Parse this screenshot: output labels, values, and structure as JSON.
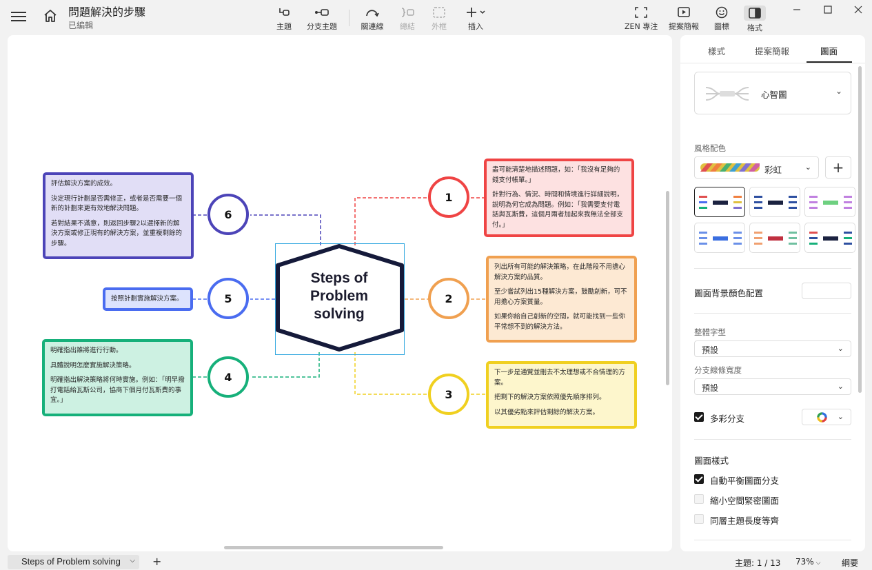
{
  "window": {
    "title": "問題解決的步驟",
    "status": "已編輯"
  },
  "toolbar": {
    "topic": "主題",
    "subtopic": "分支主題",
    "relationship": "關連線",
    "summary": "總結",
    "boundary": "外框",
    "insert": "插入",
    "zen": "ZEN 專注",
    "pitch": "提案簡報",
    "icon": "圖標",
    "format": "格式"
  },
  "mindmap": {
    "central": "Steps of Problem solving",
    "steps": [
      {
        "number": "1",
        "paragraphs": [
          "盡可能清楚地描述問題，如：「我沒有足夠的錢支付帳單。」",
          "針對行為、情況、時間和情境進行詳細說明，說明為何它成為問題。例如：「我需要支付電話與瓦斯費，這個月兩者加起來我無法全部支付。」"
        ]
      },
      {
        "number": "2",
        "paragraphs": [
          "列出所有可能的解決策略，在此階段不用擔心解決方案的品質。",
          "至少嘗試列出15種解決方案，鼓勵創新，可不用擔心方案質量。",
          "如果你給自己創新的空間，就可能找到一些你平常想不到的解決方法。"
        ]
      },
      {
        "number": "3",
        "paragraphs": [
          "下一步是通覽並刪去不太理想或不合情理的方案。",
          "把剩下的解決方案依照優先順序排列。",
          "以其優劣點來評估剩餘的解決方案。"
        ]
      },
      {
        "number": "4",
        "paragraphs": [
          "明確指出誰將進行行動。",
          "具體說明怎麼實施解決策略。",
          "明確指出解決策略將何時實施。例如：「明早撥打電話給瓦斯公司，協商下個月付瓦斯費的事宜。」"
        ]
      },
      {
        "number": "5",
        "paragraphs": [
          "按照計劃實施解決方案。"
        ]
      },
      {
        "number": "6",
        "paragraphs": [
          "評估解決方案的成效。",
          "決定現行計劃是否需修正，或者是否需要一個新的計劃來更有效地解決問題。",
          "若對結果不滿意，則返回步驟2以選擇新的解決方案或修正現有的解決方案，並重複剩餘的步驟。"
        ]
      }
    ]
  },
  "panel": {
    "tabs": [
      "樣式",
      "提案簡報",
      "圖面"
    ],
    "structure": "心智圖",
    "color_theme_label": "風格配色",
    "color_theme_value": "彩虹",
    "background_label": "圖面背景顏色配置",
    "font_label": "整體字型",
    "font_value": "預設",
    "branch_width_label": "分支線條寬度",
    "branch_width_value": "預設",
    "rainbow_branch": "多彩分支",
    "map_style_label": "圖面樣式",
    "checks": [
      {
        "label": "自動平衡圖面分支",
        "checked": true
      },
      {
        "label": "縮小空間緊密圖面",
        "checked": false
      },
      {
        "label": "同層主題長度等齊",
        "checked": false
      }
    ]
  },
  "bottom": {
    "sheet_name": "Steps of Problem solving",
    "topic_count": "主題: 1 / 13",
    "zoom": "73%",
    "outline": "綱要"
  },
  "colors": {
    "step1": "#ef4444",
    "step2": "#f0a050",
    "step3": "#f0d020",
    "step4": "#16b07a",
    "step5": "#4a6cf0",
    "step6": "#4c44b8",
    "central_border": "#151a3a",
    "selection": "#35a9e0"
  }
}
